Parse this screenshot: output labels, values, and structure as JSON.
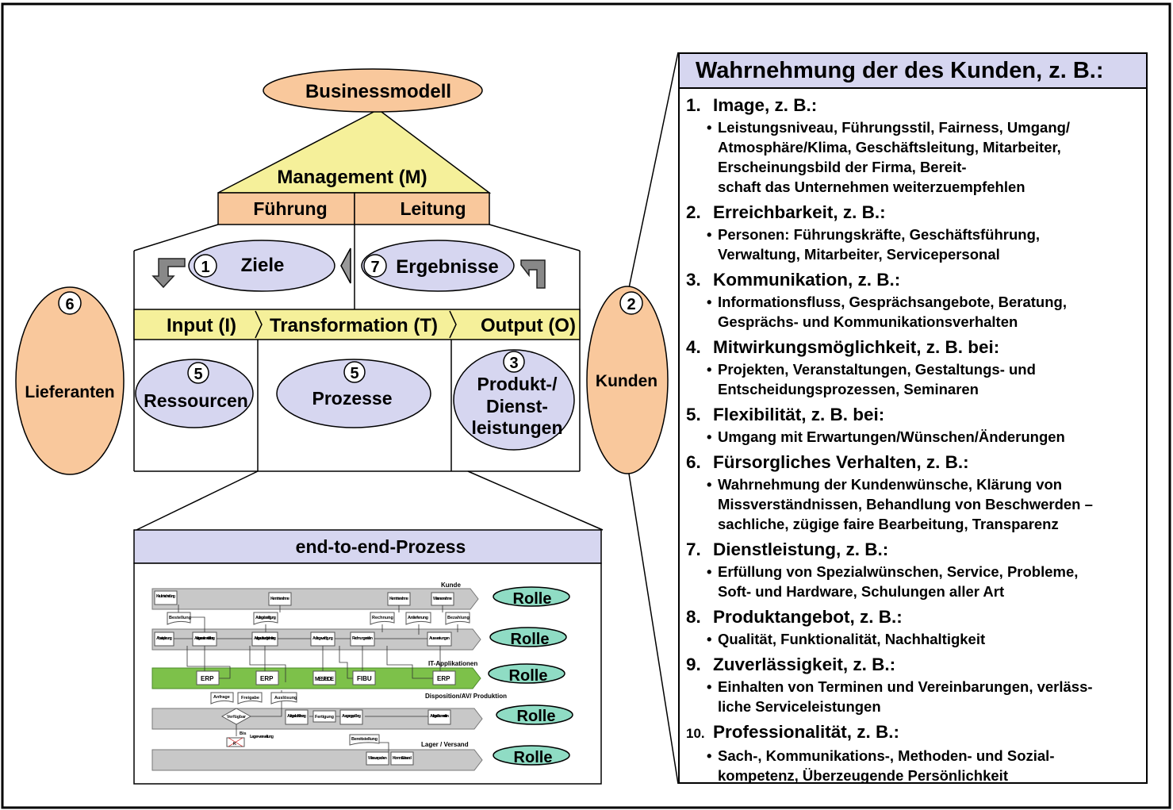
{
  "diagram": {
    "businessmodell": "Businessmodell",
    "management": "Management (M)",
    "fuehrung": "Führung",
    "leitung": "Leitung",
    "ziele": {
      "num": "1",
      "label": "Ziele"
    },
    "ergebnisse": {
      "num": "7",
      "label": "Ergebnisse"
    },
    "input": "Input (I)",
    "transformation": "Transformation (T)",
    "output": "Output (O)",
    "ressourcen": {
      "num": "5",
      "label": "Ressourcen"
    },
    "prozesse": {
      "num": "5",
      "label": "Prozesse"
    },
    "produkt": {
      "num": "3",
      "lines": [
        "Produkt-/",
        "Dienst-",
        "leistungen"
      ]
    },
    "lieferanten": {
      "num": "6",
      "label": "Lieferanten"
    },
    "kunden": {
      "num": "2",
      "label": "Kunden"
    },
    "e2e_title": "end-to-end-Prozess",
    "rollen": [
      "Rolle",
      "Rolle",
      "Rolle",
      "Rolle",
      "Rolle"
    ],
    "process": {
      "lane_labels": [
        "Kunde",
        "IT-Applikationen",
        "Disposition/AV/ Produktion",
        "Lager / Versand"
      ],
      "lane1_boxes": [
        "Kaufent- scheidung",
        "Kenntnis- nahme",
        "Kenntnis- nahme",
        "Warenan- nahme"
      ],
      "docs1": [
        "Bestellung",
        "Auftrags- bestätigung",
        "Rechnung",
        "Anlieferung",
        "Bezahlung"
      ],
      "lane2_boxes": [
        "Absatz- planung",
        "Auftrags- annahme u. Klärung",
        "Auftrags- auslösung Verwaltung",
        "Auftrags- verfolgung",
        "Rechnung erstellen",
        "Auswert- ungen"
      ],
      "it_boxes": [
        "ERP",
        "ERP",
        "MES/ BDE",
        "FIBU",
        "ERP"
      ],
      "docs2": [
        "Anfrage",
        "Freigabe",
        "Auslösung"
      ],
      "lane3_boxes": [
        "Verfügbar",
        "Auftrags- durch- führung",
        "Fertigung",
        "Ausgangs- prüfung",
        "Auftrags- dokumen- tation"
      ],
      "lager": {
        "question": "Bis",
        "answer": "K",
        "label": "Lager- verwaltung"
      },
      "bereitstellung": "Bereitstellung",
      "lane4_boxes": [
        "Ware ver- packen",
        "Kommis/ Versand"
      ]
    }
  },
  "panel": {
    "title": "Wahrnehmung der des Kunden, z. B.:",
    "bullet": "•",
    "items": [
      {
        "num": "1.",
        "head": "Image, z. B.:",
        "lines": [
          "Leistungsniveau, Führungsstil, Fairness, Umgang/",
          "Atmosphäre/Klima, Geschäftsleitung, Mitarbeiter,",
          "Erscheinungsbild der Firma, Bereit-",
          "schaft das Unternehmen weiterzuempfehlen"
        ]
      },
      {
        "num": "2.",
        "head": "Erreichbarkeit, z. B.:",
        "lines": [
          "Personen: Führungskräfte, Geschäftsführung,",
          "Verwaltung, Mitarbeiter, Servicepersonal"
        ]
      },
      {
        "num": "3.",
        "head": "Kommunikation, z. B.:",
        "lines": [
          "Informationsfluss, Gesprächsangebote, Beratung,",
          "Gesprächs- und Kommunikationsverhalten"
        ]
      },
      {
        "num": "4.",
        "head": "Mitwirkungsmöglichkeit, z. B. bei:",
        "lines": [
          "Projekten, Veranstaltungen, Gestaltungs- und",
          "Entscheidungsprozessen, Seminaren"
        ]
      },
      {
        "num": "5.",
        "head": "Flexibilität, z. B. bei:",
        "lines": [
          "Umgang mit Erwartungen/Wünschen/Änderungen"
        ]
      },
      {
        "num": "6.",
        "head": "Fürsorgliches Verhalten, z. B.:",
        "lines": [
          "Wahrnehmung der Kundenwünsche, Klärung von",
          "Missverständnissen, Behandlung von Beschwerden –",
          "sachliche, zügige faire Bearbeitung, Transparenz"
        ]
      },
      {
        "num": "7.",
        "head": "Dienstleistung, z. B.:",
        "lines": [
          "Erfüllung von Spezialwünschen, Service, Probleme,",
          "Soft- und Hardware, Schulungen aller Art"
        ]
      },
      {
        "num": "8.",
        "head": "Produktangebot, z. B.:",
        "lines": [
          "Qualität, Funktionalität, Nachhaltigkeit"
        ]
      },
      {
        "num": "9.",
        "head": "Zuverlässigkeit, z. B.:",
        "lines": [
          "Einhalten von Terminen und Vereinbarungen, verläss-",
          "liche Serviceleistungen"
        ]
      },
      {
        "num": "10.",
        "head": "Professionalität, z. B.:",
        "lines": [
          "Sach-, Kommunikations-, Methoden- und Sozial-",
          "kompetenz, Überzeugende Persönlichkeit"
        ]
      }
    ]
  }
}
